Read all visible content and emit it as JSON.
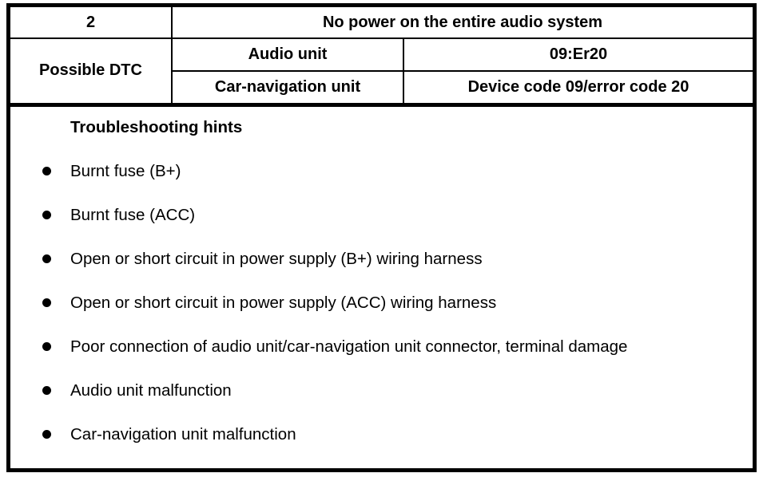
{
  "header_table": {
    "item_number": "2",
    "symptom": "No power on the entire audio system",
    "possible_dtc_label": "Possible DTC",
    "rows": [
      {
        "unit": "Audio unit",
        "code": "09:Er20"
      },
      {
        "unit": "Car-navigation unit",
        "code": "Device code 09/error code 20"
      }
    ]
  },
  "troubleshooting": {
    "title": "Troubleshooting hints",
    "hints": [
      "Burnt fuse (B+)",
      "Burnt fuse (ACC)",
      "Open or short circuit in power supply (B+) wiring harness",
      "Open or short circuit in power supply (ACC) wiring harness",
      "Poor connection of audio unit/car-navigation unit connector, terminal damage",
      "Audio unit malfunction",
      "Car-navigation unit malfunction"
    ]
  },
  "colors": {
    "border": "#000000",
    "background": "#ffffff",
    "text": "#000000"
  }
}
